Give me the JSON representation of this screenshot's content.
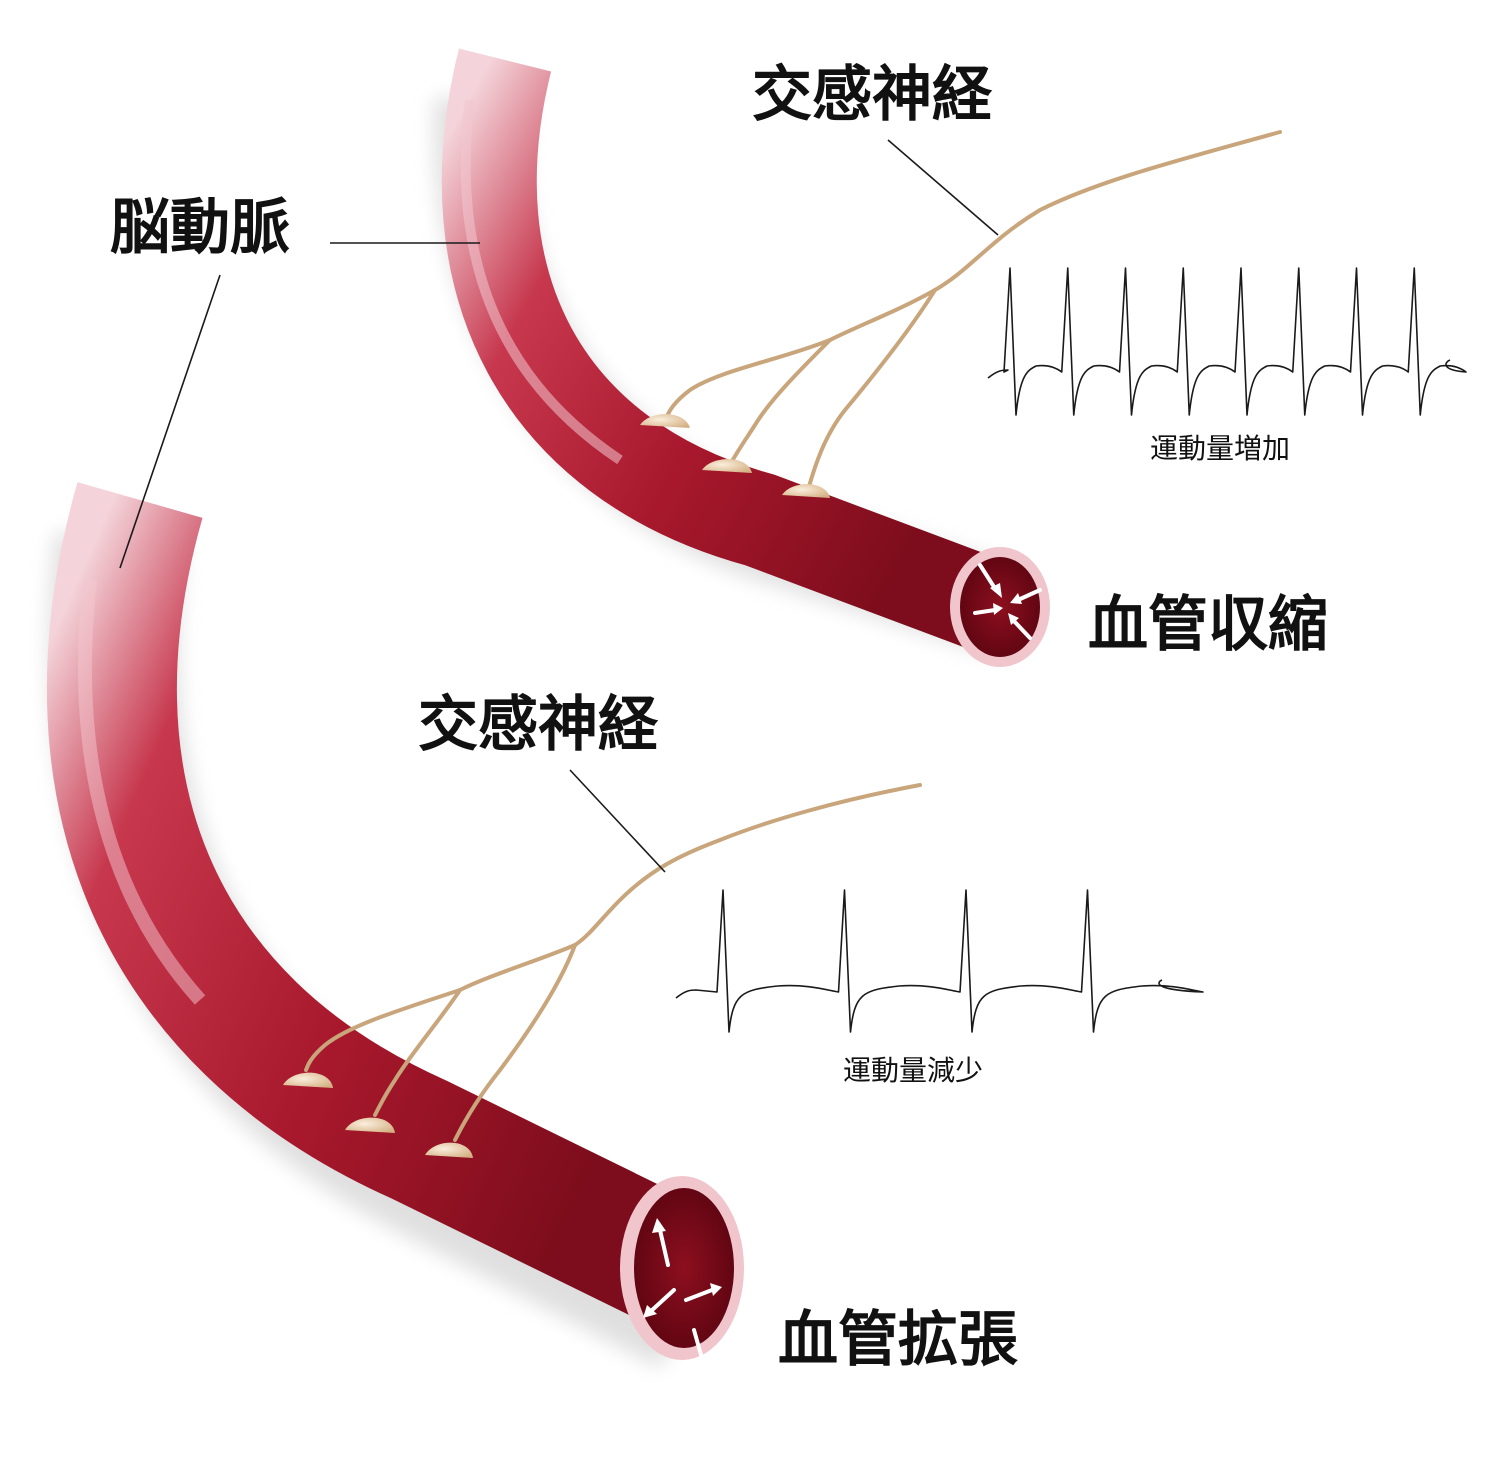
{
  "labels": {
    "cerebral_artery": "脳動脈",
    "sympathetic_nerve_top": "交感神経",
    "sympathetic_nerve_bottom": "交感神経",
    "vasoconstriction": "血管収縮",
    "vasodilation": "血管拡張",
    "activity_increase": "運動量増加",
    "activity_decrease": "運動量減少"
  },
  "colors": {
    "vessel": "#a8182c",
    "vessel_highlight": "#f1c8cf",
    "vessel_lumen": "#6e0713",
    "nerve": "#c9a57c",
    "synapse": "#e6cba4"
  },
  "ecg": {
    "top_beats": 8,
    "bottom_beats": 4
  }
}
